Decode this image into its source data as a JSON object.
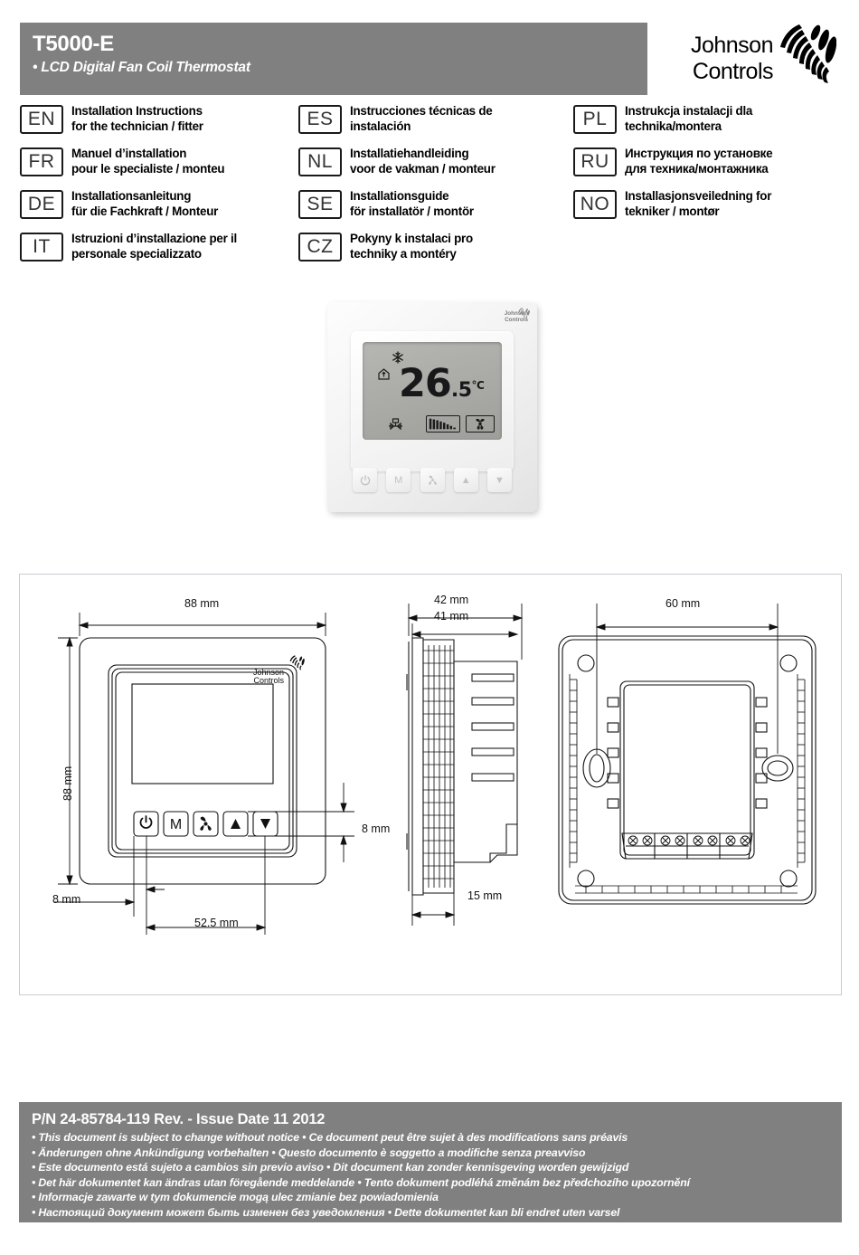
{
  "header": {
    "title": "T5000-E",
    "subtitle": "• LCD Digital Fan Coil Thermostat",
    "brand_line1": "Johnson",
    "brand_line2": "Controls",
    "bar_color": "#808080"
  },
  "languages": {
    "column1": [
      {
        "code": "EN",
        "line1": "Installation Instructions",
        "line2": "for the technician / fitter"
      },
      {
        "code": "FR",
        "line1": "Manuel d’installation",
        "line2": "pour le specialiste / monteu"
      },
      {
        "code": "DE",
        "line1": "Installationsanleitung",
        "line2": "für die Fachkraft / Monteur"
      },
      {
        "code": "IT",
        "line1": "Istruzioni d’installazione per il",
        "line2": "personale specializzato"
      }
    ],
    "column2": [
      {
        "code": "ES",
        "line1": "Instrucciones técnicas de",
        "line2": "instalación"
      },
      {
        "code": "NL",
        "line1": "Installatiehandleiding",
        "line2": "voor de vakman / monteur"
      },
      {
        "code": "SE",
        "line1": "Installationsguide",
        "line2": "för installatör / montör"
      },
      {
        "code": "CZ",
        "line1": "Pokyny k instalaci pro",
        "line2": "techniky a montéry"
      }
    ],
    "column3": [
      {
        "code": "PL",
        "line1": "Instrukcja instalacji dla",
        "line2": "technika/montera"
      },
      {
        "code": "RU",
        "line1": "Инструкция по установке",
        "line2": "для техника/монтажника"
      },
      {
        "code": "NO",
        "line1": "Installasjonsveiledning for",
        "line2": "tekniker / montør"
      }
    ]
  },
  "product_photo": {
    "brand_line1": "Johnson",
    "brand_line2": "Controls",
    "lcd": {
      "temperature_integer": "26",
      "temperature_decimal": ".5",
      "unit": "°C",
      "icons": [
        "snowflake-icon",
        "home-icon",
        "valve-icon",
        "fan-speed-bars-icon",
        "fan-icon"
      ]
    },
    "buttons": [
      "power-button",
      "mode-button",
      "fan-button",
      "up-button",
      "down-button"
    ],
    "button_labels": [
      "⏻",
      "M",
      "❀",
      "▲",
      "▼"
    ]
  },
  "diagram": {
    "front_view": {
      "width_dim": "88 mm",
      "height_dim": "88 mm",
      "bezel_offset_dim": "8 mm",
      "button_row_dim": "8 mm",
      "button_span_dim": "52.5 mm",
      "brand_line1": "Johnson",
      "brand_line2": "Controls",
      "buttons": [
        "power-button",
        "mode-button",
        "fan-button",
        "up-button",
        "down-button"
      ],
      "button_labels": [
        "⏻",
        "M",
        "❀",
        "▲",
        "▼"
      ]
    },
    "side_view": {
      "total_depth_dim": "42 mm",
      "body_depth_dim": "41 mm",
      "front_depth_dim": "15 mm"
    },
    "rear_view": {
      "mounting_hole_dim": "60 mm",
      "terminal_screw_count": 8
    }
  },
  "footer": {
    "part_number_line": "P/N 24-85784-119  Rev. -  Issue Date 11 2012",
    "notices": [
      "• This document is subject to change without notice • Ce document peut être sujet à des modifications sans préavis",
      "• Änderungen ohne Ankündigung vorbehalten • Questo documento è soggetto a modifiche senza preavviso",
      "• Este documento está sujeto a cambios sin previo aviso • Dit document kan zonder kennisgeving worden gewijzigd",
      "• Det här dokumentet kan ändras utan föregående meddelande • Tento dokument podléhá změnám bez předchozího upozornění",
      "• Informacje zawarte w tym dokumencie mogą ulec zmianie bez powiadomienia",
      "• Настоящий документ может быть изменен без уведомления  • Dette dokumentet kan bli endret uten varsel"
    ],
    "bar_color": "#808080"
  }
}
